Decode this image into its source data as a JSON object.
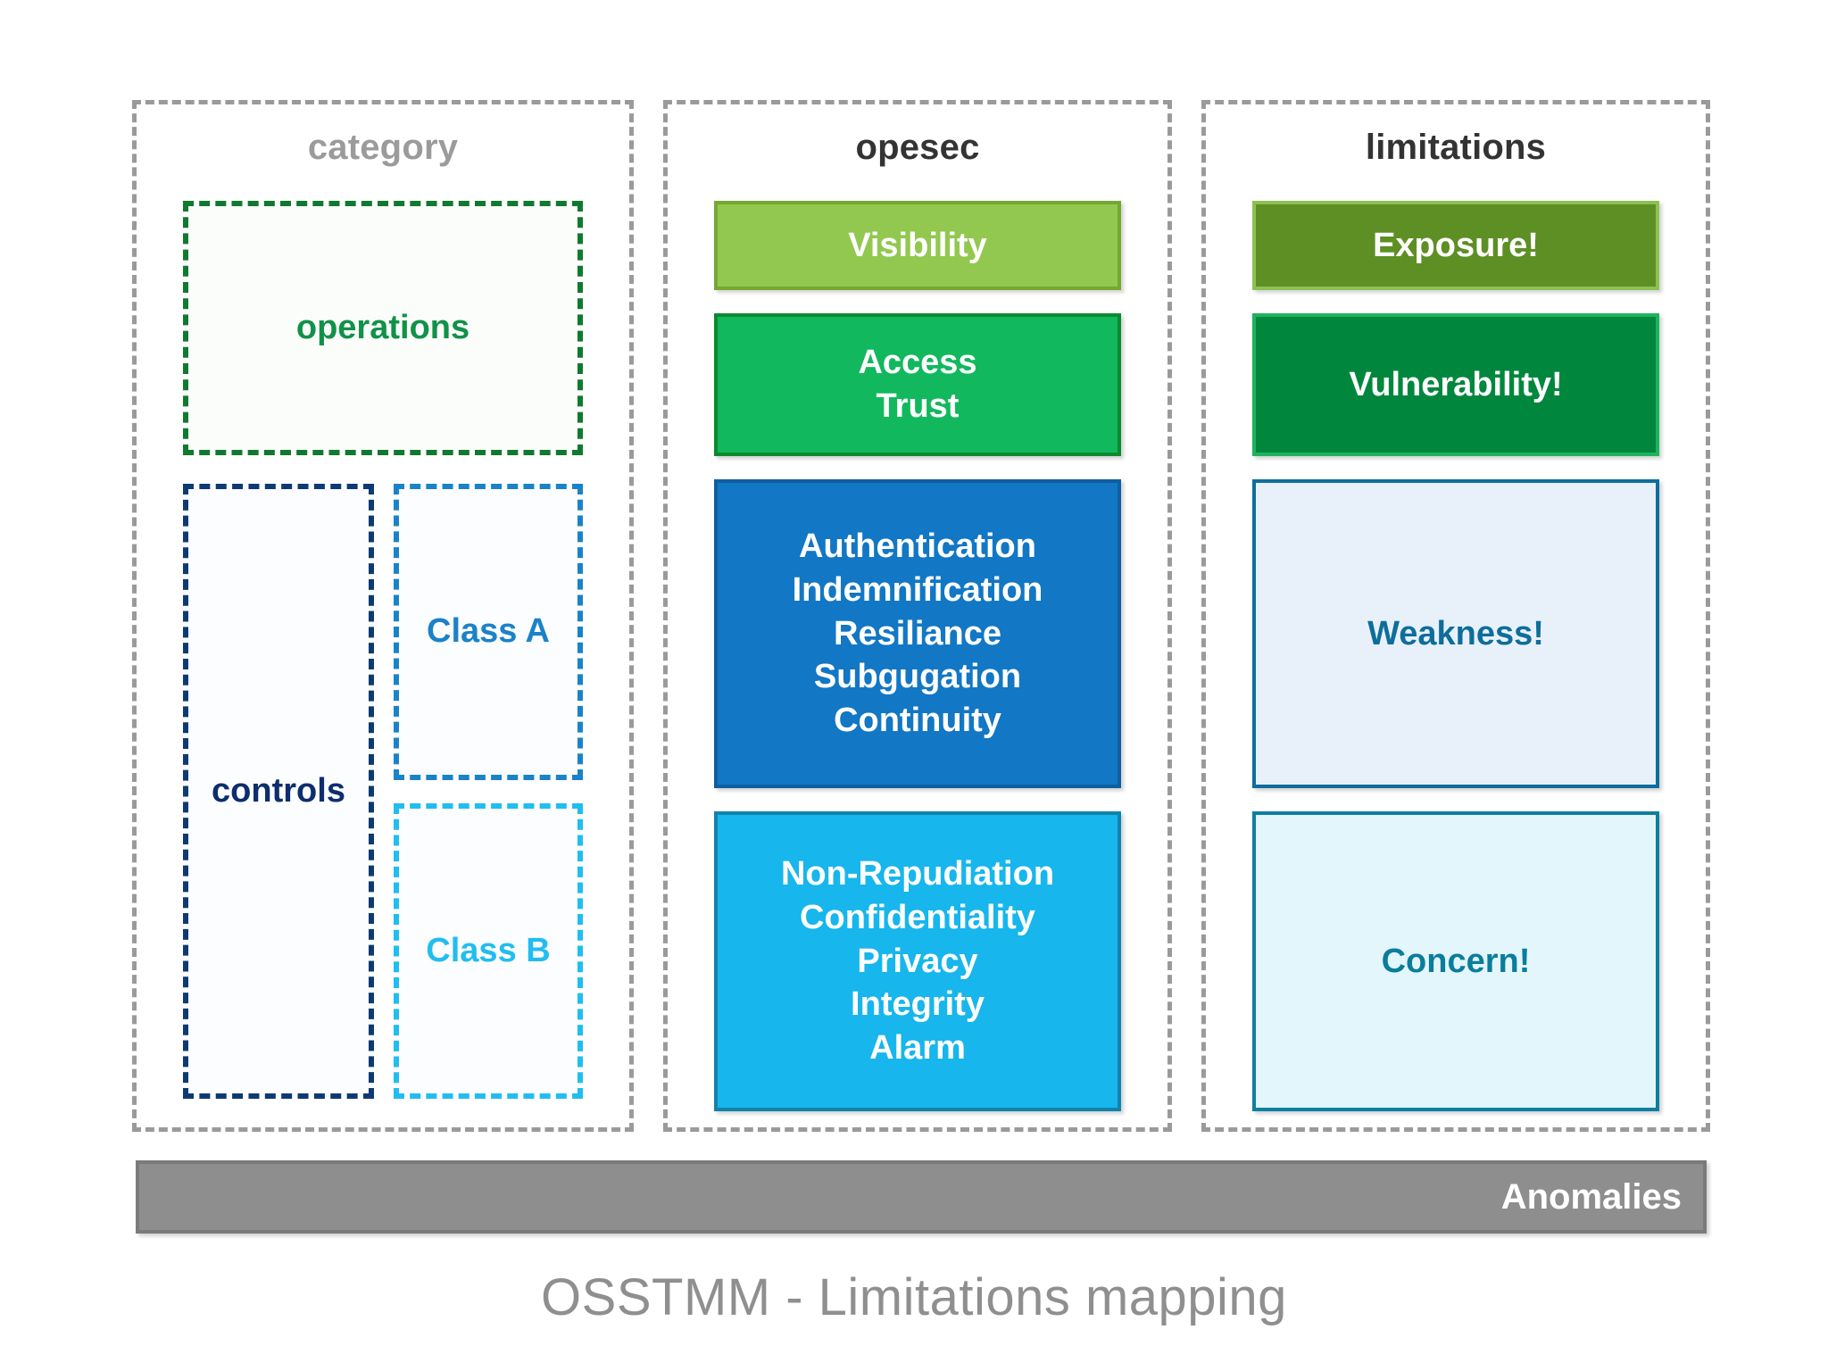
{
  "diagram": {
    "caption": "OSSTMM - Limitations mapping",
    "columns": {
      "category": {
        "title": "category",
        "title_color": "#9b9b9b",
        "operations": {
          "label": "operations",
          "border_color": "#0f7a2e",
          "text_color": "#119248"
        },
        "controls": {
          "label": "controls",
          "border_color": "#0d3a72",
          "text_color": "#0d2d6e"
        },
        "class_a": {
          "label": "Class A",
          "border_color": "#1b82c8",
          "text_color": "#1b82c8"
        },
        "class_b": {
          "label": "Class B",
          "border_color": "#22bdf0",
          "text_color": "#22bdf0"
        }
      },
      "opesec": {
        "title": "opesec",
        "title_color": "#333333",
        "blocks": [
          {
            "name": "visibility",
            "lines": [
              "Visibility"
            ],
            "fill": "#92c84f",
            "border": "#76a733",
            "text_color": "#ffffff"
          },
          {
            "name": "access-trust",
            "lines": [
              "Access",
              "Trust"
            ],
            "fill": "#12b85e",
            "border": "#0c8a2e",
            "text_color": "#ffffff"
          },
          {
            "name": "authentication-group",
            "lines": [
              "Authentication",
              "Indemnification",
              "Resiliance",
              "Subgugation",
              "Continuity"
            ],
            "fill": "#1277c4",
            "border": "#0f5ea0",
            "text_color": "#ffffff"
          },
          {
            "name": "non-repudiation-group",
            "lines": [
              "Non-Repudiation",
              "Confidentiality",
              "Privacy",
              "Integrity",
              "Alarm"
            ],
            "fill": "#17b6ec",
            "border": "#1183ab",
            "text_color": "#ffffff"
          }
        ]
      },
      "limitations": {
        "title": "limitations",
        "title_color": "#333333",
        "blocks": [
          {
            "name": "exposure",
            "lines": [
              "Exposure!"
            ],
            "fill": "#5d8f25",
            "border": "#8cc152",
            "text_color": "#ffffff"
          },
          {
            "name": "vulnerability",
            "lines": [
              "Vulnerability!"
            ],
            "fill": "#00873d",
            "border": "#1eb35b",
            "text_color": "#ffffff"
          },
          {
            "name": "weakness",
            "lines": [
              "Weakness!"
            ],
            "fill": "#e8f1f9",
            "border": "#0e6d9c",
            "text_color": "#0e6d9c"
          },
          {
            "name": "concern",
            "lines": [
              "Concern!"
            ],
            "fill": "#e3f6fb",
            "border": "#0e7f9f",
            "text_color": "#0b7d9c"
          }
        ]
      }
    },
    "anomalies": {
      "label": "Anomalies",
      "fill": "#8e8e8e",
      "text_color": "#ffffff"
    },
    "frame_color": "#9a9a9a"
  }
}
